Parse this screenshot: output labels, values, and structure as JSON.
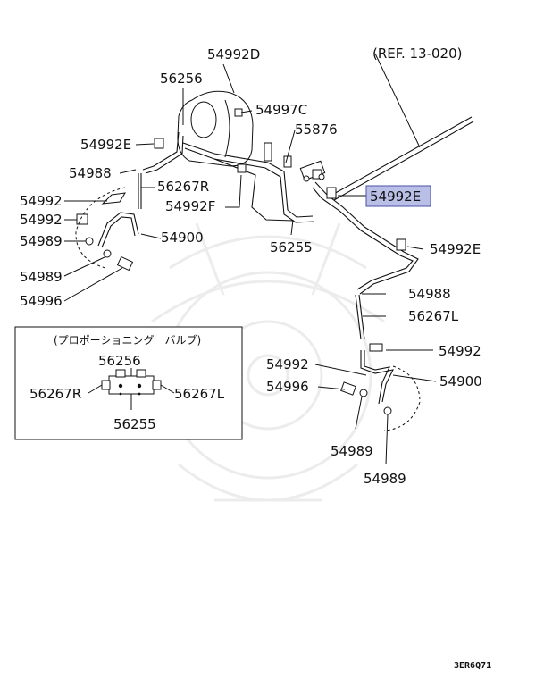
{
  "diagram": {
    "ref_label": "(REF. 13-020)",
    "highlighted_part": "54992E",
    "image_code": "3ER6Q71",
    "callouts": {
      "c_54992D": "54992D",
      "c_56256": "56256",
      "c_54997C": "54997C",
      "c_55876": "55876",
      "c_54992E_a": "54992E",
      "c_54988_a": "54988",
      "c_56267R_a": "56267R",
      "c_54992_a": "54992",
      "c_54992_b": "54992",
      "c_54992F": "54992F",
      "c_54989_a": "54989",
      "c_54900_a": "54900",
      "c_56255": "56255",
      "c_54992E_hl": "54992E",
      "c_54992E_b": "54992E",
      "c_54989_b": "54989",
      "c_54996_a": "54996",
      "c_54988_b": "54988",
      "c_56267L": "56267L",
      "c_54992_c": "54992",
      "c_54992_d": "54992",
      "c_54900_b": "54900",
      "c_54996_b": "54996",
      "c_54989_c": "54989",
      "c_54989_d": "54989"
    },
    "inset": {
      "title": "(プロポーショニング　バルブ)",
      "top": "56256",
      "left": "56267R",
      "right": "56267L",
      "bottom": "56255"
    }
  },
  "colors": {
    "highlight_fill": "#b9bfe6",
    "highlight_border": "#4a52a8",
    "watermark": "#ececec"
  }
}
